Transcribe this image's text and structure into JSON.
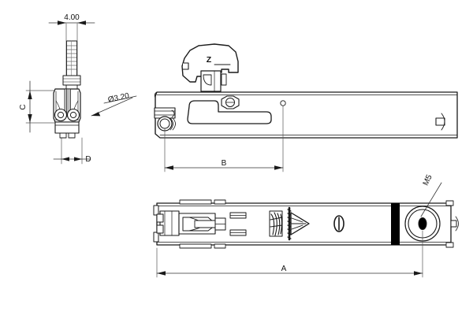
{
  "drawing": {
    "type": "engineering-drawing",
    "background_color": "#ffffff",
    "line_color": "#1a1a1a",
    "fill_color": "#ffffff",
    "accent_fill": "#000000",
    "title": "",
    "views": [
      {
        "name": "end-view",
        "label": ""
      },
      {
        "name": "side-view",
        "label": ""
      },
      {
        "name": "plan-view",
        "label": ""
      }
    ]
  },
  "annotations": {
    "dim_4_00": "4.00",
    "dim_diameter_3_20": "Ø3.20",
    "dim_c": "C",
    "dim_d": "D",
    "dim_b": "B",
    "dim_a": "A",
    "label_z": "Z",
    "label_m5": "M5"
  }
}
